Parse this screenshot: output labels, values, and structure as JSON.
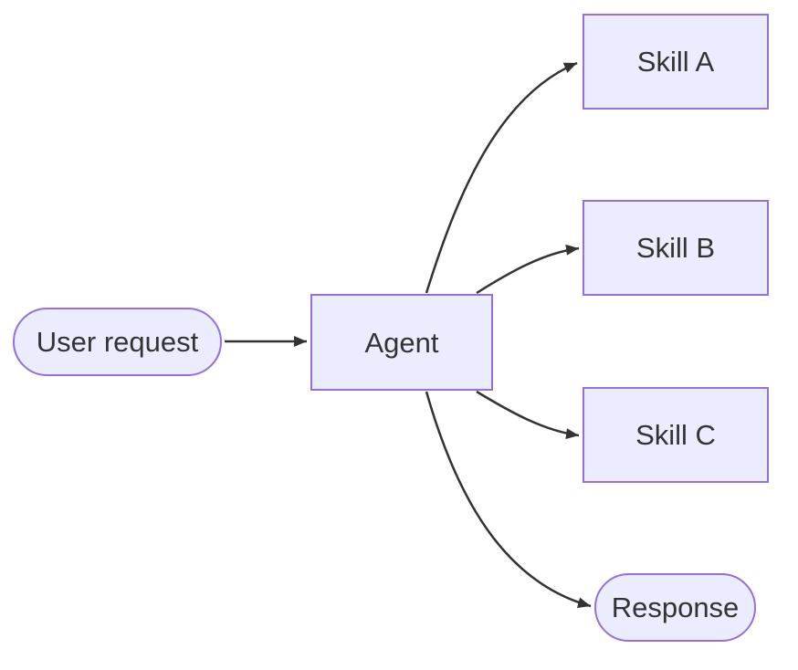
{
  "diagram": {
    "type": "flowchart",
    "direction": "LR",
    "nodes": [
      {
        "id": "user-request",
        "label": "User request",
        "shape": "stadium"
      },
      {
        "id": "agent",
        "label": "Agent",
        "shape": "rectangle"
      },
      {
        "id": "skill-a",
        "label": "Skill A",
        "shape": "rectangle"
      },
      {
        "id": "skill-b",
        "label": "Skill B",
        "shape": "rectangle"
      },
      {
        "id": "skill-c",
        "label": "Skill C",
        "shape": "rectangle"
      },
      {
        "id": "response",
        "label": "Response",
        "shape": "stadium"
      }
    ],
    "edges": [
      {
        "from": "user-request",
        "to": "agent"
      },
      {
        "from": "agent",
        "to": "skill-a"
      },
      {
        "from": "agent",
        "to": "skill-b"
      },
      {
        "from": "agent",
        "to": "skill-c"
      },
      {
        "from": "agent",
        "to": "response"
      }
    ],
    "colors": {
      "node_fill": "#ECECFF",
      "node_border": "#9370DB",
      "edge": "#333333",
      "text": "#333333",
      "background": "#FFFFFF"
    }
  }
}
